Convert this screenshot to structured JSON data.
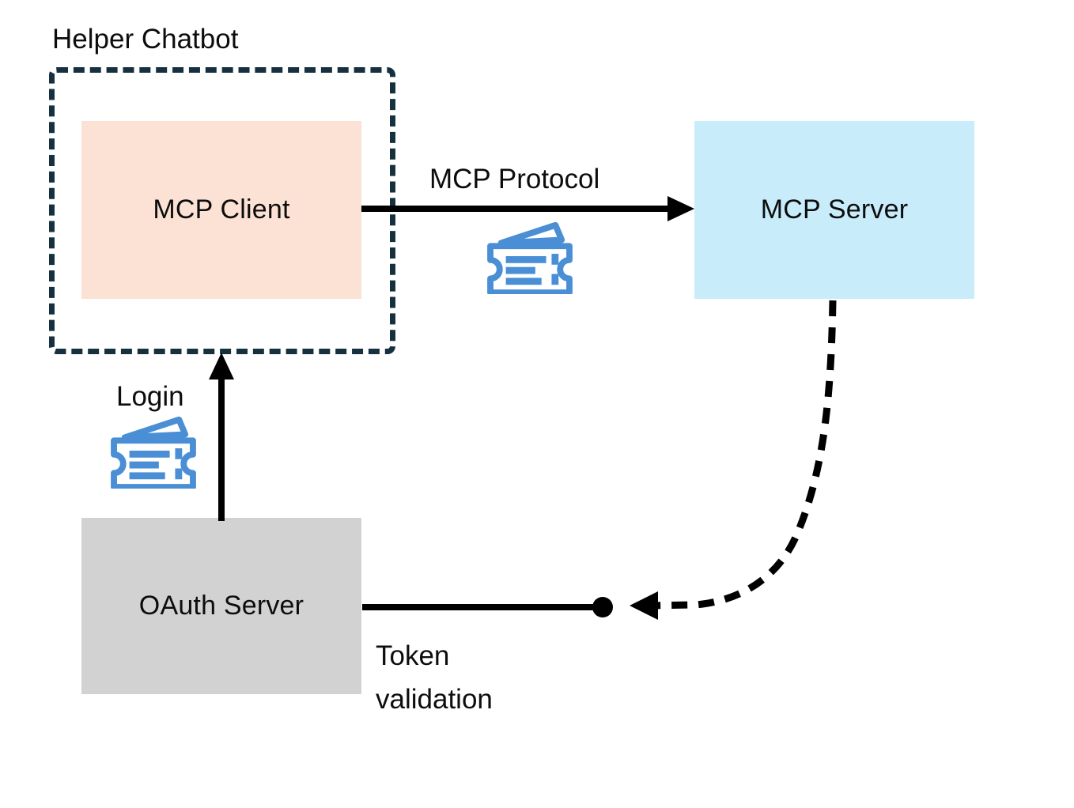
{
  "title": "Helper Chatbot",
  "nodes": {
    "mcp_client": {
      "label": "MCP Client"
    },
    "mcp_server": {
      "label": "MCP Server"
    },
    "oauth_server": {
      "label": "OAuth Server"
    }
  },
  "edges": {
    "mcp_protocol": {
      "label": "MCP Protocol",
      "from": "MCP Client",
      "to": "MCP Server",
      "style": "solid-arrow"
    },
    "login": {
      "label": "Login",
      "from": "OAuth Server",
      "to": "Helper Chatbot",
      "style": "solid-arrow"
    },
    "token_validation": {
      "label": "Token validation",
      "from": "MCP Server",
      "to": "OAuth Server",
      "style": "dashed-curved-arrow-to-dot"
    }
  },
  "icons": {
    "ticket_protocol": "ticket-icon",
    "ticket_login": "ticket-icon"
  },
  "colors": {
    "client_fill": "#fbe2d5",
    "server_fill": "#c9ecfb",
    "oauth_fill": "#d2d2d2",
    "dash_border": "#17303f",
    "ticket_blue": "#4a8ed5",
    "connector": "#000000",
    "text": "#0d0d0d",
    "background": "#ffffff"
  }
}
